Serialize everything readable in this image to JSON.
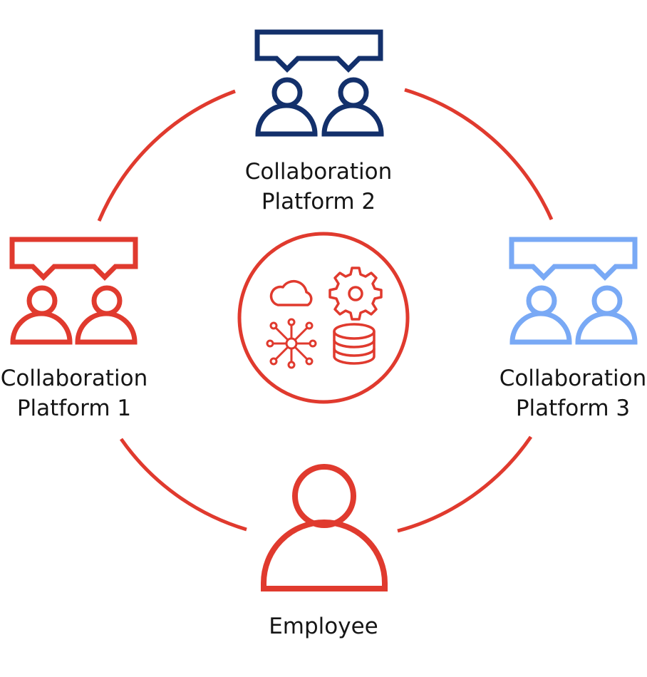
{
  "colors": {
    "ring": "#e03a2e",
    "platform1": "#e03a2e",
    "platform2": "#13306b",
    "platform3": "#79a9f5",
    "employee": "#e03a2e",
    "hub": "#e03a2e",
    "text": "#151515"
  },
  "nodes": {
    "platform2": {
      "line1": "Collaboration",
      "line2": "Platform 2",
      "icon": "people-chat-icon"
    },
    "platform1": {
      "line1": "Collaboration",
      "line2": "Platform 1",
      "icon": "people-chat-icon"
    },
    "platform3": {
      "line1": "Collaboration",
      "line2": "Platform 3",
      "icon": "people-chat-icon"
    },
    "employee": {
      "label": "Employee",
      "icon": "person-icon"
    }
  },
  "hub": {
    "icons": [
      "cloud-icon",
      "gear-icon",
      "network-icon",
      "database-icon"
    ]
  }
}
